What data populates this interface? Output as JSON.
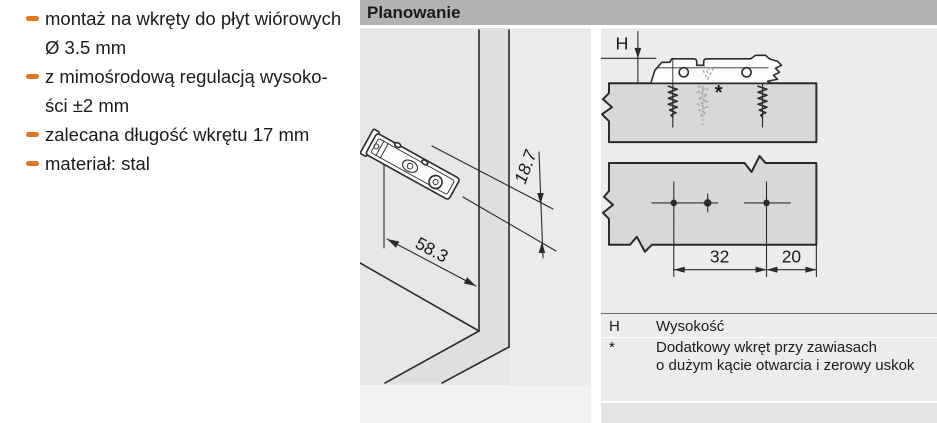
{
  "features": {
    "items": [
      {
        "lines": [
          "montaż na wkręty do płyt wiórowych",
          "Ø 3.5 mm"
        ]
      },
      {
        "lines": [
          "z mimośrodową regulacją wysoko-",
          "ści ±2 mm"
        ]
      },
      {
        "lines": [
          "zalecana długość wkrętu 17 mm"
        ]
      },
      {
        "lines": [
          "materiał: stal"
        ]
      }
    ]
  },
  "planning": {
    "title": "Planowanie",
    "iso": {
      "plate_length": "58.3",
      "plate_depth": "18.7"
    },
    "side_view": {
      "height_label": "H",
      "extra_screw_marker": "*"
    },
    "top_view": {
      "hole_spacing": "32",
      "edge_distance": "20"
    },
    "legend": {
      "rows": [
        {
          "symbol": "H",
          "lines": [
            "Wysokość"
          ]
        },
        {
          "symbol": "*",
          "lines": [
            "Dodatkowy wkręt przy zawiasach",
            "o dużym kącie otwarcia i zerowy uskok"
          ]
        }
      ]
    }
  },
  "colors": {
    "accent": "#e0761f",
    "line-color": "#2b2b2b",
    "header-bar": "#b2b2b2",
    "panel-left-bg": "#e6e6e6",
    "panel-right-bg": "#ececec",
    "board-fill": "#d8d8d8"
  }
}
